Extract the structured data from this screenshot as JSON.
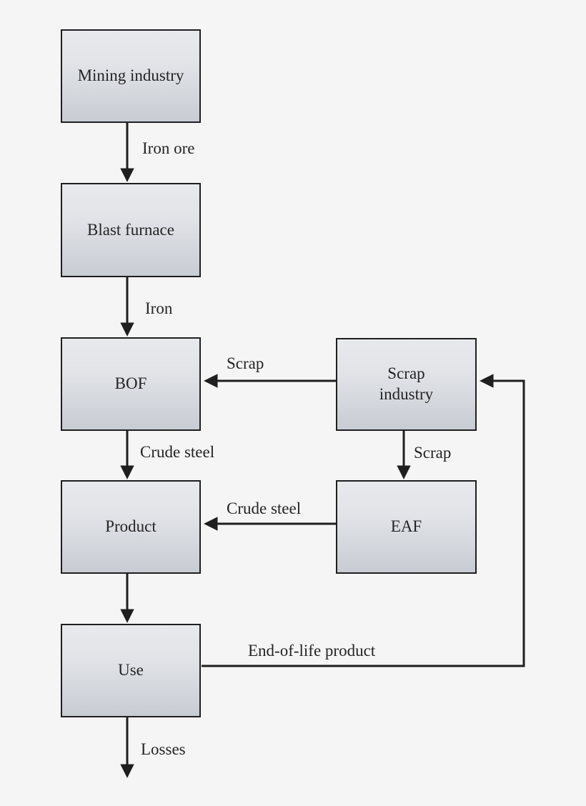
{
  "diagram": {
    "type": "flowchart",
    "background": "#f5f5f6",
    "colors": {
      "box_border": "#1f1f1f",
      "box_fill_top": "#e7e9ed",
      "box_fill_bottom": "#c8ccd3",
      "line": "#1f1f1f",
      "text": "#242424"
    },
    "nodes": [
      {
        "id": "mining-industry",
        "label": "Mining industry"
      },
      {
        "id": "blast-furnace",
        "label": "Blast furnace"
      },
      {
        "id": "bof",
        "label": "BOF"
      },
      {
        "id": "scrap-industry",
        "label": "Scrap\nindustry"
      },
      {
        "id": "product",
        "label": "Product"
      },
      {
        "id": "eaf",
        "label": "EAF"
      },
      {
        "id": "use",
        "label": "Use"
      }
    ],
    "edges": [
      {
        "from": "mining-industry",
        "to": "blast-furnace",
        "label": "Iron ore"
      },
      {
        "from": "blast-furnace",
        "to": "bof",
        "label": "Iron"
      },
      {
        "from": "scrap-industry",
        "to": "bof",
        "label": "Scrap"
      },
      {
        "from": "bof",
        "to": "product",
        "label": "Crude steel"
      },
      {
        "from": "scrap-industry",
        "to": "eaf",
        "label": "Scrap"
      },
      {
        "from": "eaf",
        "to": "product",
        "label": "Crude steel"
      },
      {
        "from": "product",
        "to": "use",
        "label": ""
      },
      {
        "from": "use",
        "to": "scrap-industry",
        "label": "End-of-life product"
      },
      {
        "from": "use",
        "to": "sink",
        "label": "Losses"
      }
    ]
  }
}
